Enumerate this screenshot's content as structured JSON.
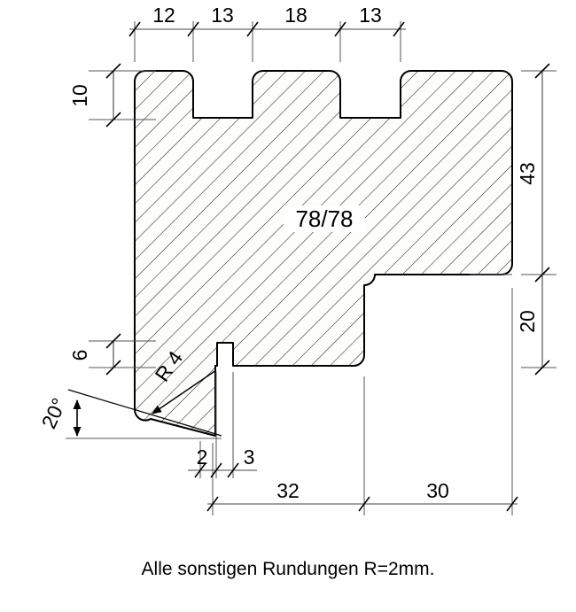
{
  "drawing": {
    "type": "technical-cross-section",
    "title_text": "78/78",
    "caption": "Alle sonstigen Rundungen R=2mm.",
    "units": "mm",
    "notes": {
      "general_radius": "R=2mm",
      "corner_radius": "R 4"
    }
  },
  "dimensions": {
    "top_chain": [
      {
        "label": "12",
        "value": 12
      },
      {
        "label": "13",
        "value": 13
      },
      {
        "label": "18",
        "value": 18
      },
      {
        "label": "13",
        "value": 13
      }
    ],
    "bottom_chain": [
      {
        "label": "32",
        "value": 32
      },
      {
        "label": "30",
        "value": 30
      }
    ],
    "bottom_small_chain": [
      {
        "label": "2",
        "value": 2
      },
      {
        "label": "3",
        "value": 3
      }
    ],
    "left_vertical": [
      {
        "label": "10",
        "value": 10
      },
      {
        "label": "6",
        "value": 6
      }
    ],
    "right_vertical": [
      {
        "label": "43",
        "value": 43
      },
      {
        "label": "20",
        "value": 20
      }
    ],
    "radius": {
      "label": "R 4",
      "value": 4
    },
    "angle": {
      "label": "20°",
      "value": 20
    }
  }
}
